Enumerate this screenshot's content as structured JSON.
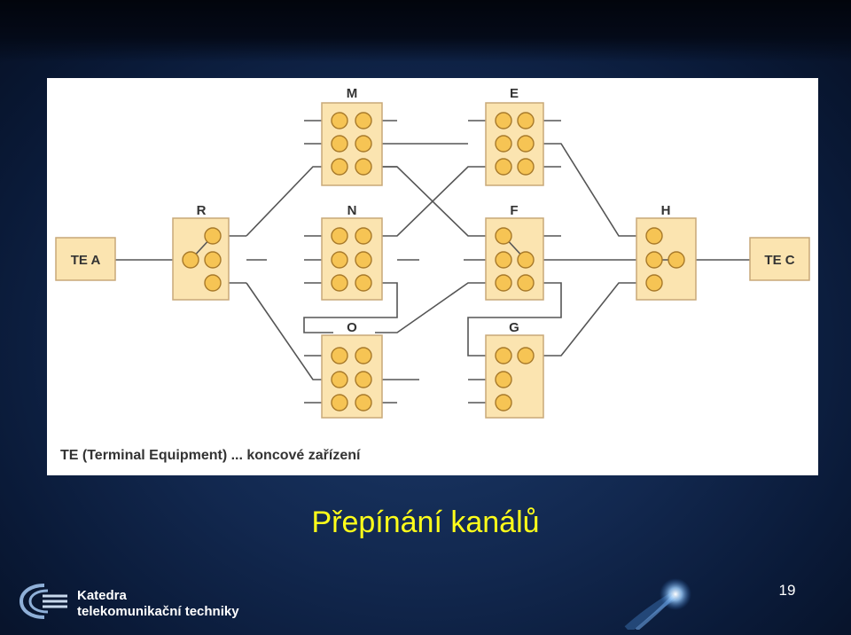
{
  "diagram": {
    "terminal_a": "TE A",
    "terminal_c": "TE C",
    "nodes": {
      "M": "M",
      "E": "E",
      "R": "R",
      "N": "N",
      "F": "F",
      "H": "H",
      "O": "O",
      "G": "G"
    },
    "caption": "TE (Terminal Equipment) ... koncové zařízení"
  },
  "slide": {
    "title": "Přepínání kanálů",
    "page_number": "19"
  },
  "footer": {
    "line1": "Katedra",
    "line2": "telekomunikační techniky"
  },
  "colors": {
    "box_fill": "#fbe4b0",
    "box_stroke": "#c8a878",
    "port_fill": "#f6c454",
    "port_stroke": "#a87a2a",
    "title": "#ffff1a"
  }
}
